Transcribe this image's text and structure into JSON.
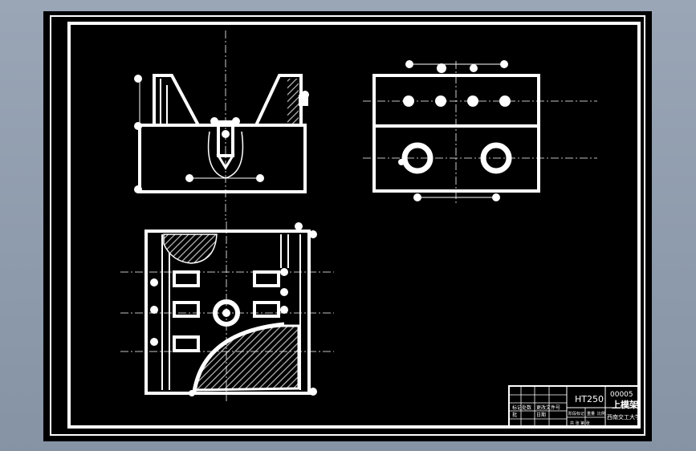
{
  "drawing": {
    "background_color": "#000000",
    "line_color": "#ffffff",
    "hatch_color": "#bfbfbf",
    "window_frame_color": "#8a97a8"
  },
  "title_block": {
    "material": "HT250",
    "drawing_number": "00005",
    "part_name": "上模架",
    "school": "西南交工大学",
    "header_cells": [
      "标记处数",
      "更改文件号"
    ],
    "signature_cells": [
      "批",
      "日期"
    ],
    "scale_cells": [
      "阶段标记",
      "重量",
      "比例"
    ],
    "sheet_label": "共 张 第 张"
  }
}
